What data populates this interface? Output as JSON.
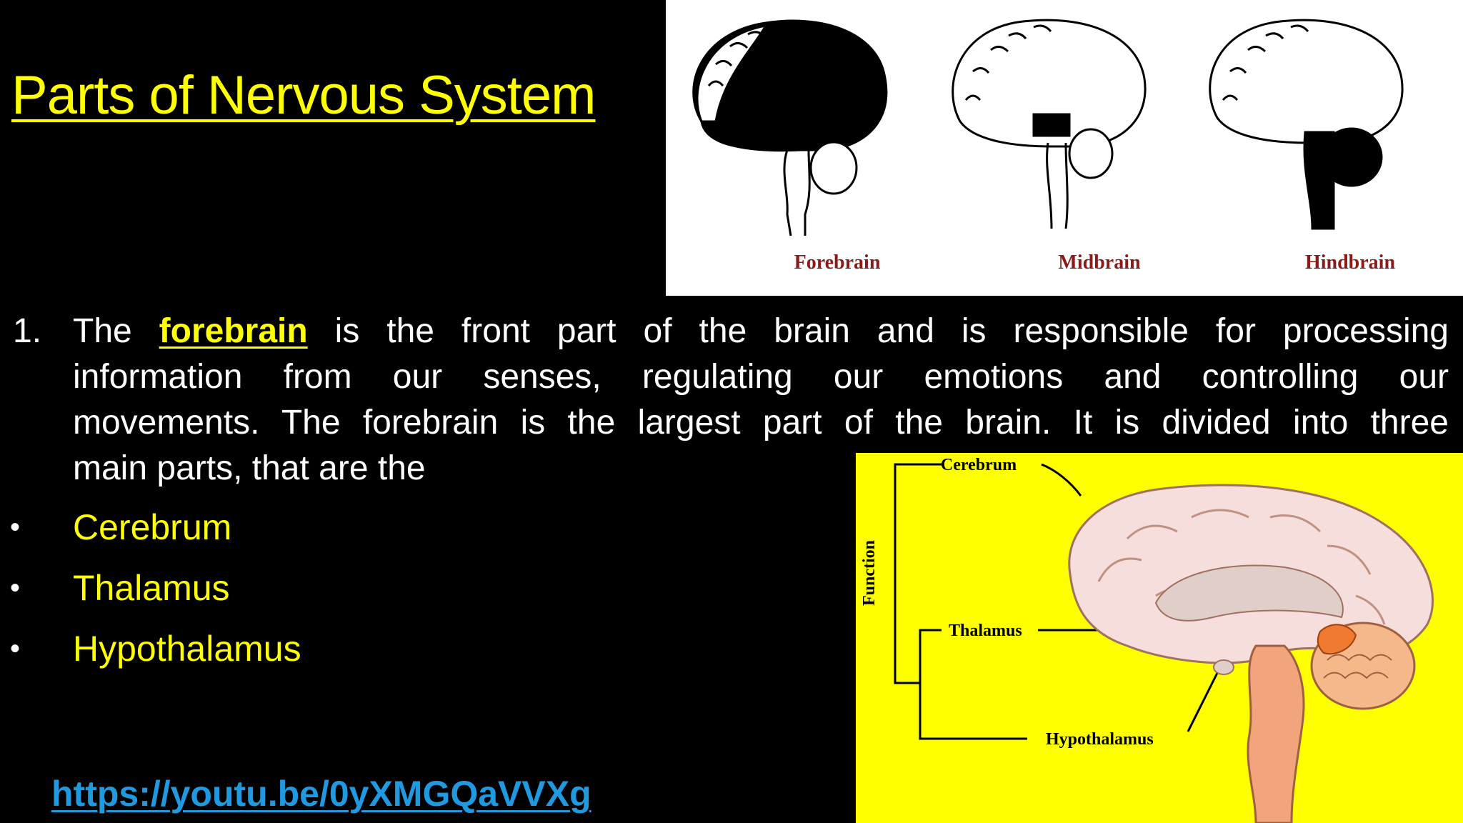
{
  "title": "Parts of Nervous System",
  "top_figure": {
    "labels": [
      "Forebrain",
      "Midbrain",
      "Hindbrain"
    ]
  },
  "paragraph": {
    "number": "1.",
    "prefix": "The",
    "highlight": "forebrain",
    "line1_rest": "is the front part of the brain and is responsible for processing",
    "line2": "information from our senses, regulating our emotions and controlling our",
    "line3": "movements. The forebrain is the largest part of the brain. It is divided into three",
    "line4": "main parts, that are the"
  },
  "bullets": [
    {
      "marker": "•",
      "label": "Cerebrum"
    },
    {
      "marker": "•",
      "label": "Thalamus"
    },
    {
      "marker": "•",
      "label": "Hypothalamus"
    }
  ],
  "link": "https://youtu.be/0yXMGQaVVXg",
  "bottom_figure": {
    "function_label": "Function",
    "cerebrum": "Cerebrum",
    "thalamus": "Thalamus",
    "hypothalamus": "Hypothalamus"
  },
  "colors": {
    "background": "#000000",
    "title": "#ffff00",
    "link": "#1f9ae0",
    "figure_label": "#8b1a1a",
    "bottom_figure_bg": "#ffff00"
  }
}
